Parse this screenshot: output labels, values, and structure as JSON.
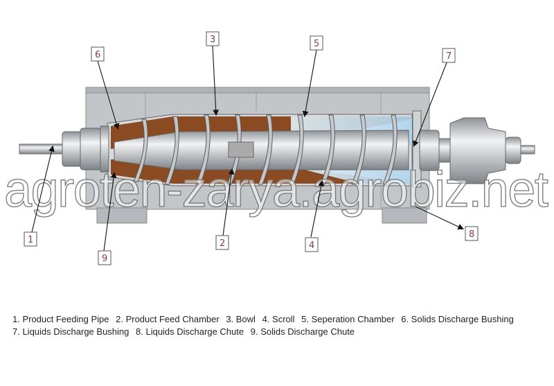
{
  "callouts": [
    {
      "num": "1",
      "label": "Product Feeding Pipe"
    },
    {
      "num": "2",
      "label": "Product Feed Chamber"
    },
    {
      "num": "3",
      "label": "Bowl"
    },
    {
      "num": "4",
      "label": "Scroll"
    },
    {
      "num": "5",
      "label": "Seperation Chamber"
    },
    {
      "num": "6",
      "label": "Solids Discharge Bushing"
    },
    {
      "num": "7",
      "label": "Liquids Discharge Bushing"
    },
    {
      "num": "8",
      "label": "Liquids Discharge Chute"
    },
    {
      "num": "9",
      "label": "Solids Discharge Chute"
    }
  ],
  "legend": {
    "line1": [
      "1. Product Feeding Pipe",
      "2. Product Feed Chamber",
      "3. Bowl",
      "4. Scroll",
      "5. Seperation Chamber",
      "6. Solids Discharge Bushing"
    ],
    "line2": [
      "7. Liquids Discharge Bushing",
      "8. Liquids Discharge Chute",
      "9. Solids Discharge Chute"
    ]
  },
  "watermark": "agroten-zarya.agrobiz.net",
  "colors": {
    "solids": "#8a4a22",
    "liquid": "#cfe6f3",
    "steel": "#c9cccf",
    "frame": "#b8bcc0",
    "callout_text": "#8b3a3a"
  }
}
